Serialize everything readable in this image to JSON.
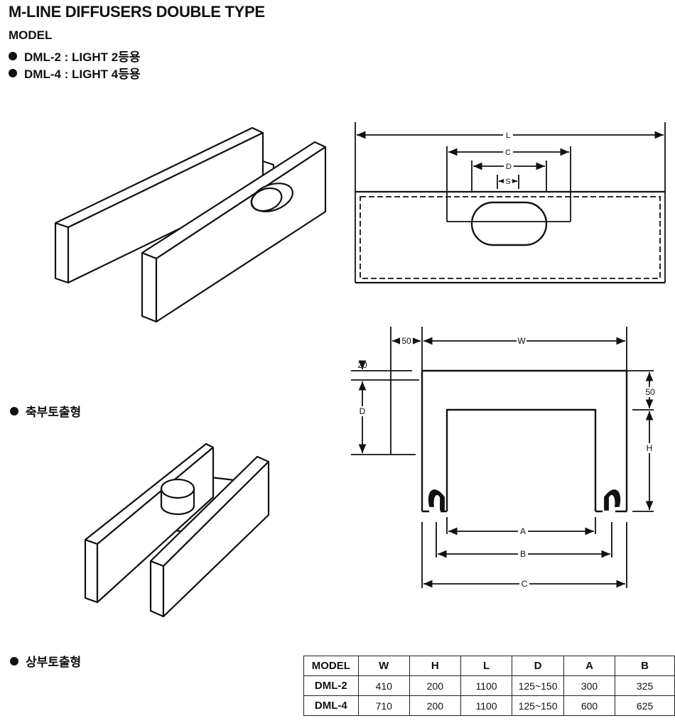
{
  "title": "M-LINE DIFFUSERS DOUBLE TYPE",
  "model_heading": "MODEL",
  "models": [
    {
      "code": "DML-2",
      "desc": "DML-2 : LIGHT 2등용"
    },
    {
      "code": "DML-4",
      "desc": "DML-4 : LIGHT 4등용"
    }
  ],
  "sections": {
    "axial": "축부토출형",
    "top": "상부토출형"
  },
  "dimensions": {
    "L": "L",
    "C": "C",
    "D": "D",
    "S": "S",
    "W": "W",
    "H": "H",
    "A": "A",
    "B": "B",
    "dim_50_left": "50",
    "dim_20": "20",
    "dim_50_right": "50"
  },
  "table": {
    "headers": [
      "MODEL",
      "W",
      "H",
      "L",
      "D",
      "A",
      "B"
    ],
    "rows": [
      [
        "DML-2",
        "410",
        "200",
        "1100",
        "125~150",
        "300",
        "325"
      ],
      [
        "DML-4",
        "710",
        "200",
        "1100",
        "125~150",
        "600",
        "625"
      ]
    ]
  }
}
